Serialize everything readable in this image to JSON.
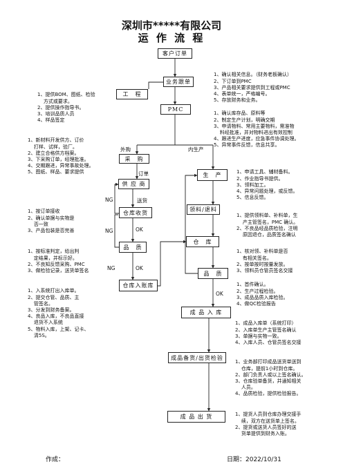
{
  "header": {
    "company": "深圳市*****有限公司",
    "doc_title": "运 作 流 程"
  },
  "boxes": {
    "customer_order": "客户订单",
    "business_follow": "业务跟单",
    "engineering": "工　程",
    "pmc": "PMC",
    "purchasing": "采　购",
    "supplier": "供 应 商",
    "warehouse_receive": "仓库收货",
    "quality_left": "品　质",
    "warehouse_stock_in": "仓库入账库",
    "production": "生　产",
    "material_pick": "领料/退料",
    "warehouse_right": "仓　库",
    "quality_right": "品　质",
    "finished_stock_in": "成 品 入 库",
    "finished_ready": "成品备货/出货检验",
    "finished_ship": "成 品 出 货"
  },
  "labels": {
    "outsource": "外购",
    "inhouse": "内生产",
    "order": "订单",
    "deliver": "送货",
    "ng1": "NG",
    "ok1": "OK",
    "ng2": "NG",
    "ok2": "OK",
    "ng3": "NG",
    "ok3": "OK"
  },
  "notes": {
    "customer": [
      "1、确认相关信息。（财务老板确认）",
      "2、下订单到PMC",
      "3、产品相关要求提供到工程或PMC",
      "4、表单统一，严格编号。",
      "5、存放财务和业务。"
    ],
    "engineering": [
      "1、提供BOM、图纸、检验",
      "    方式或要求。",
      "2、提供操作指导书。",
      "3、培训品质人员",
      "4、样品签定"
    ],
    "pmc": [
      "1、确认库存品、原料等",
      "2、制定生产计划，明确交期",
      "3、申请物料、常用主要物料，需准物",
      "    料经批准，并对物料进出有效控制",
      "4、跟进生产进度，应急事件协调处理。",
      "5、异常事件反馈，信息共享。"
    ],
    "purchasing": [
      "1、新材料开发供方、订价",
      "    打样、试样，验厂。",
      "2、建立合格供方档案。",
      "3、下采购订单，经理批准。",
      "4、交期跟进，异常事故处理。",
      "5、图纸、样品、要求提供"
    ],
    "supplier": [
      "1、按订单接收",
      "2、确认单据与实物是",
      "    否一致",
      "3、产品包装是否完善"
    ],
    "quality_left": [
      "1、按标准判定，给出判",
      "    定结果，并标示好。",
      "2、不良知反馈采购、PMC",
      "3、做检验记录，送货单签名"
    ],
    "stock_in_left": [
      "1、入系统打出入库单。",
      "2、提交仓管、品质、主",
      "    管签名。",
      "3、分发到财务备案。",
      "4、良品入库，不良品直接",
      "    退货不入系统",
      "5、物料入库，上架、记卡、",
      "    清5S。"
    ],
    "production": [
      "1、申请工具、辅材备料。",
      "2、作业指导书提供。",
      "3、领料加工。",
      "4、异常问题处理，或反馈。",
      "5、信息反馈。"
    ],
    "material_pick": [
      "1、提供领料单、补料单，生",
      "    产主管签名，PMC 确认。",
      "2、不良品经品质检验，注明",
      "    原因退仓，品质签名确认"
    ],
    "warehouse_right": [
      "1、核对领、补料单是否",
      "    有相关签名。",
      "2、按单按时按量发放。",
      "3、领料员仓管员签名交接"
    ],
    "quality_right": [
      "1、首件确认。",
      "2、生产过程检验。",
      "3、成品品质入库检验。",
      "4、做QC检验报告"
    ],
    "finished_stock_in": [
      "1、成品入库单（系统打印）",
      "2、入库单生产主管签名确认",
      "3、单据与实物一致。",
      "4、入库人员、仓管员签名交接"
    ],
    "finished_ready": [
      "1、业务部打印成品送货单送到",
      "    仓库，提前1小时到仓库。",
      "2、部门负责人或以上签名确认。",
      "3、仓库验单备货，并通知相关",
      "    人员。",
      "4、品质检验，提供检验报告。"
    ],
    "finished_ship": [
      "1、提货人员到仓库办理交接手",
      "    续，双方在送货单上签名。",
      "2、提货或送货人员签好的送",
      "    货单提供到财务入账。"
    ]
  },
  "footer": {
    "made_by": "作成：",
    "date": "日期：2022/10/31"
  }
}
